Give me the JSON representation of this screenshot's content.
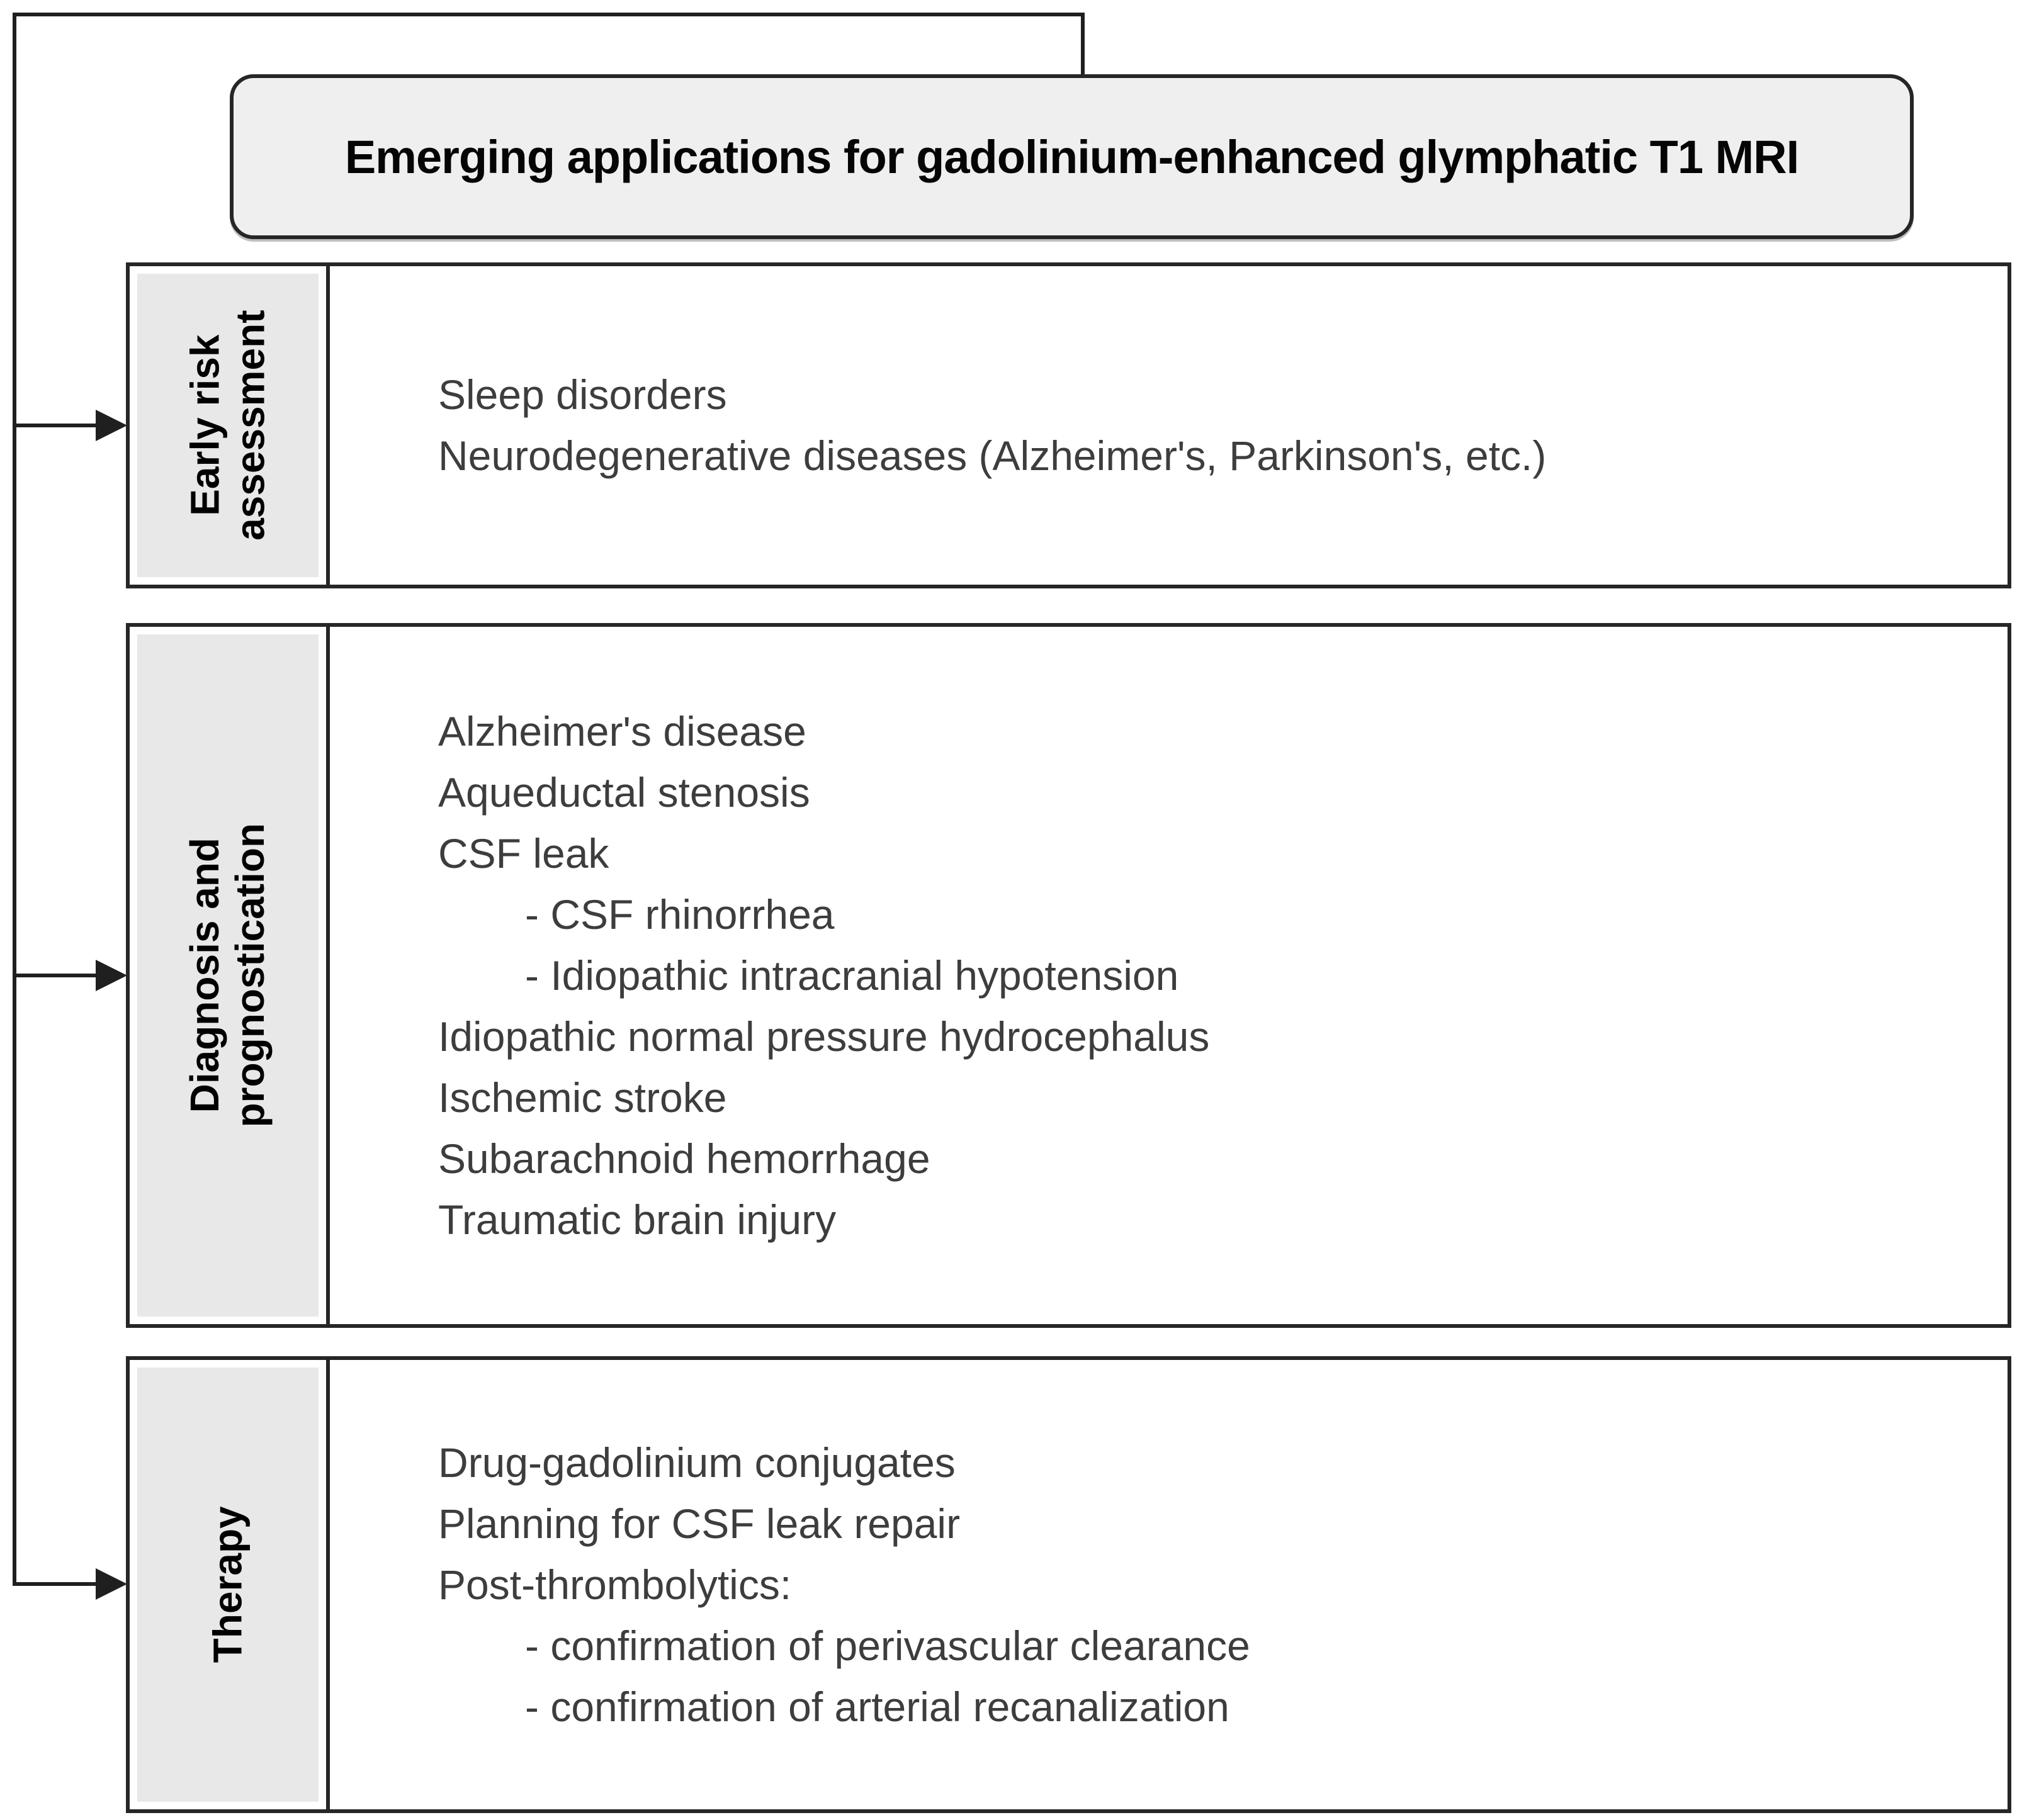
{
  "diagram": {
    "title": "Emerging applications for gadolinium-enhanced glymphatic T1 MRI",
    "colors": {
      "line_and_border": "#1f1f1f",
      "title_fill": "#efefef",
      "label_fill": "#e8e8e8",
      "body_text": "#3d3d3d"
    },
    "sections": [
      {
        "label": "Early risk\nassessment",
        "lines": [
          {
            "text": "Sleep disorders",
            "indent": false
          },
          {
            "text": "Neurodegenerative diseases (Alzheimer's, Parkinson's, etc.)",
            "indent": false
          }
        ]
      },
      {
        "label": "Diagnosis and prognostication",
        "lines": [
          {
            "text": "Alzheimer's disease",
            "indent": false
          },
          {
            "text": "Aqueductal stenosis",
            "indent": false
          },
          {
            "text": "CSF leak",
            "indent": false
          },
          {
            "text": "- CSF rhinorrhea",
            "indent": true
          },
          {
            "text": "- Idiopathic intracranial hypotension",
            "indent": true
          },
          {
            "text": "Idiopathic normal pressure hydrocephalus",
            "indent": false
          },
          {
            "text": "Ischemic stroke",
            "indent": false
          },
          {
            "text": "Subarachnoid hemorrhage",
            "indent": false
          },
          {
            "text": "Traumatic brain injury",
            "indent": false
          }
        ]
      },
      {
        "label": "Therapy",
        "lines": [
          {
            "text": "Drug-gadolinium conjugates",
            "indent": false
          },
          {
            "text": "Planning for CSF leak repair",
            "indent": false
          },
          {
            "text": "Post-thrombolytics:",
            "indent": false
          },
          {
            "text": "- confirmation of perivascular clearance",
            "indent": true
          },
          {
            "text": "- confirmation of arterial recanalization",
            "indent": true
          }
        ]
      }
    ]
  }
}
